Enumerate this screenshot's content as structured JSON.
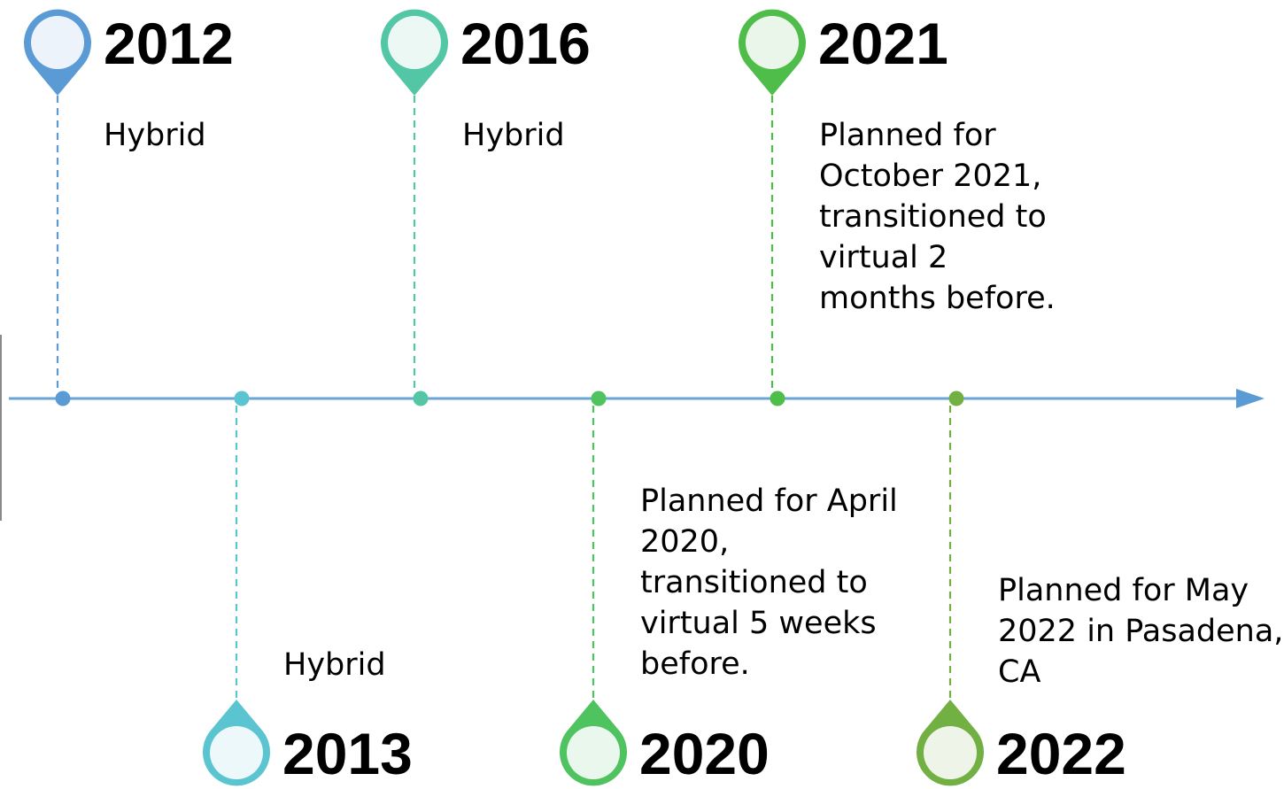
{
  "milestones": [
    {
      "year": "2012",
      "desc": "Hybrid",
      "color": "#5b9bd5",
      "fill": "#edf3fb",
      "side": "top"
    },
    {
      "year": "2013",
      "desc": "Hybrid",
      "color": "#5bc4d1",
      "fill": "#edf8fa",
      "side": "bottom"
    },
    {
      "year": "2016",
      "desc": "Hybrid",
      "color": "#52c6a5",
      "fill": "#ecf8f3",
      "side": "top"
    },
    {
      "year": "2020",
      "desc": "Planned for April\n2020,\ntransitioned to\nvirtual 5 weeks\nbefore.",
      "color": "#4fc35f",
      "fill": "#eaf7ec",
      "side": "bottom"
    },
    {
      "year": "2021",
      "desc": "Planned for\nOctober 2021,\ntransitioned to\nvirtual 2\nmonths before.",
      "color": "#4ebd4a",
      "fill": "#eaf6ea",
      "side": "top"
    },
    {
      "year": "2022",
      "desc": "Planned for May\n2022 in Pasadena,\nCA",
      "color": "#72b044",
      "fill": "#eef5e8",
      "side": "bottom"
    }
  ],
  "axis_color": "#6aa5d8",
  "arrow_color": "#5b9bd5",
  "pin_icon": "map-pin-icon"
}
